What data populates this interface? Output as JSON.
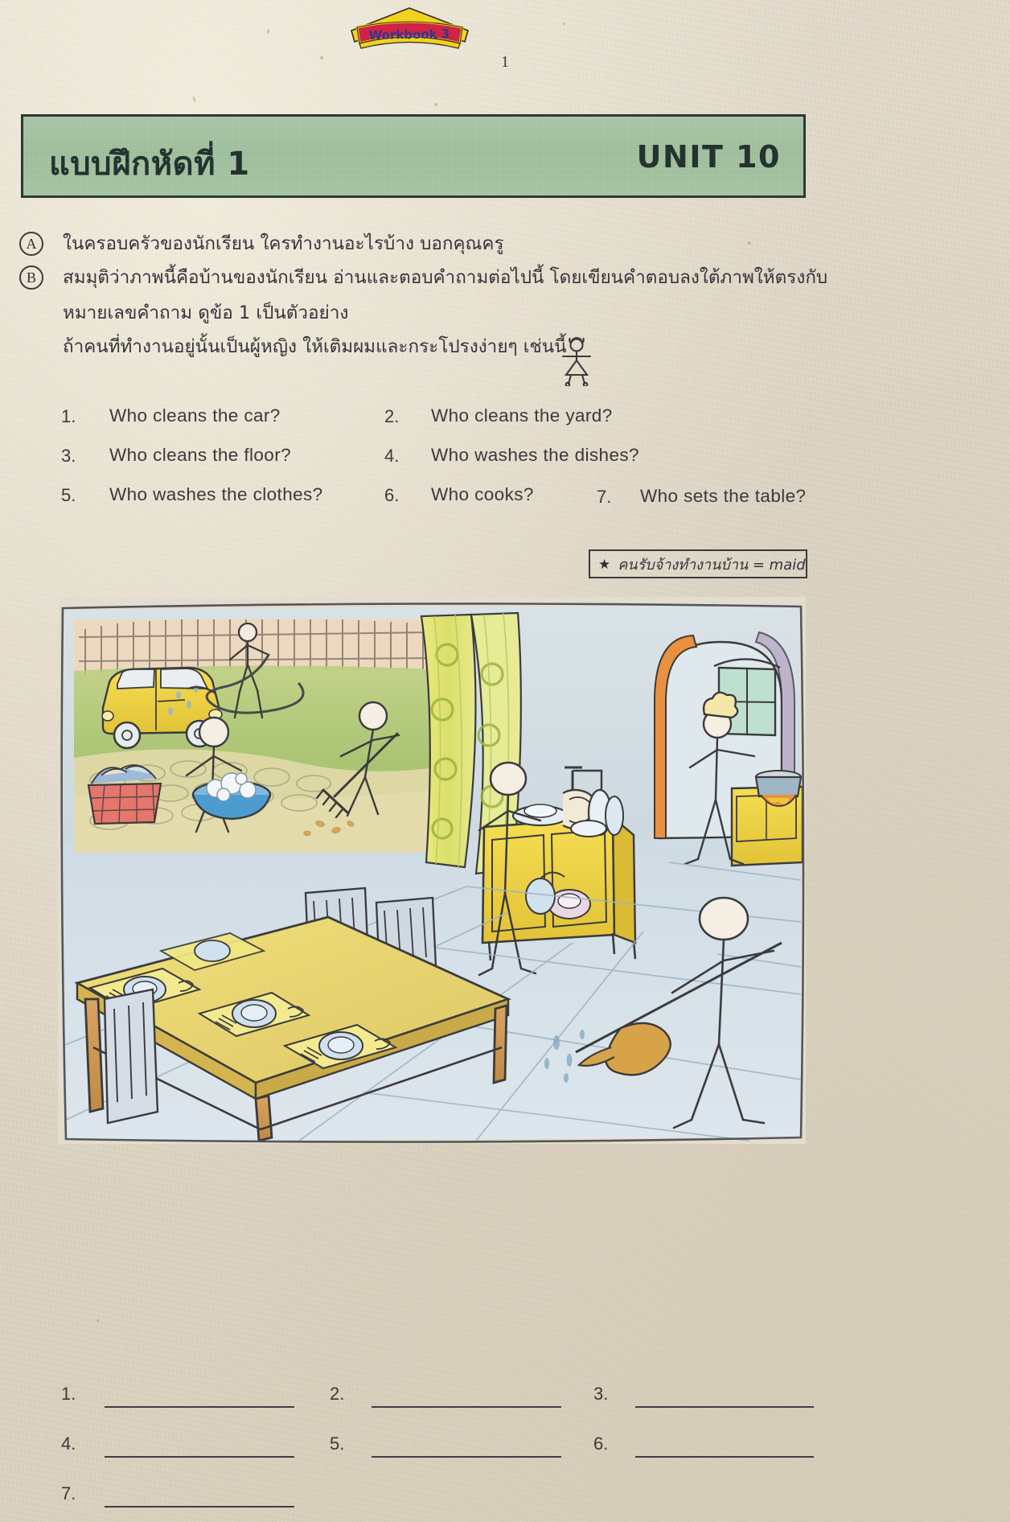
{
  "logo": {
    "text": "Workbook 3",
    "banner_yellow": "#f2d21a",
    "banner_red": "#cf2347",
    "ink_blue": "#2e3a8c"
  },
  "page_number": "1",
  "header": {
    "exercise_title": "แบบฝึกหัดที่ 1",
    "unit_title": "UNIT 10",
    "bar_color": "#a4c3a0",
    "border_color": "#2c3a36"
  },
  "instructions": {
    "a_marker": "A",
    "b_marker": "B",
    "a_text": "ในครอบครัวของนักเรียน ใครทำงานอะไรบ้าง บอกคุณครู",
    "b_line1": "สมมุติว่าภาพนี้คือบ้านของนักเรียน  อ่านและตอบคำถามต่อไปนี้   โดยเขียนคำตอบลงใต้ภาพให้ตรงกับ",
    "b_line2": "หมายเลขคำถาม ดูข้อ 1 เป็นตัวอย่าง",
    "b_line3": "ถ้าคนที่ทำงานอยู่นั้นเป็นผู้หญิง ให้เติมผมและกระโปรงง่ายๆ เช่นนี้"
  },
  "questions": [
    {
      "num": "1.",
      "text": "Who cleans the car?"
    },
    {
      "num": "2.",
      "text": "Who cleans the yard?"
    },
    {
      "num": "3.",
      "text": "Who cleans the floor?"
    },
    {
      "num": "4.",
      "text": "Who washes the dishes?"
    },
    {
      "num": "5.",
      "text": "Who washes the clothes?"
    },
    {
      "num": "6.",
      "text": "Who cooks?"
    },
    {
      "num": "7.",
      "text": "Who sets the table?"
    }
  ],
  "note": {
    "star": "★",
    "text": "คนรับจ้างทำงานบ้าน  =  maid"
  },
  "illustration": {
    "caption_semantic": "household-chores-scene",
    "elements": [
      "yellow-car-being-washed",
      "person-watering-hose",
      "person-washing-clothes-in-basin",
      "person-raking-yard",
      "curtain-window",
      "person-washing-dishes-at-sink",
      "person-cooking-at-stove",
      "person-sweeping-floor-with-broom",
      "dining-table-set-with-plates"
    ]
  },
  "answer_slots": [
    {
      "num": "1."
    },
    {
      "num": "2."
    },
    {
      "num": "3."
    },
    {
      "num": "4."
    },
    {
      "num": "5."
    },
    {
      "num": "6."
    },
    {
      "num": "7."
    }
  ]
}
